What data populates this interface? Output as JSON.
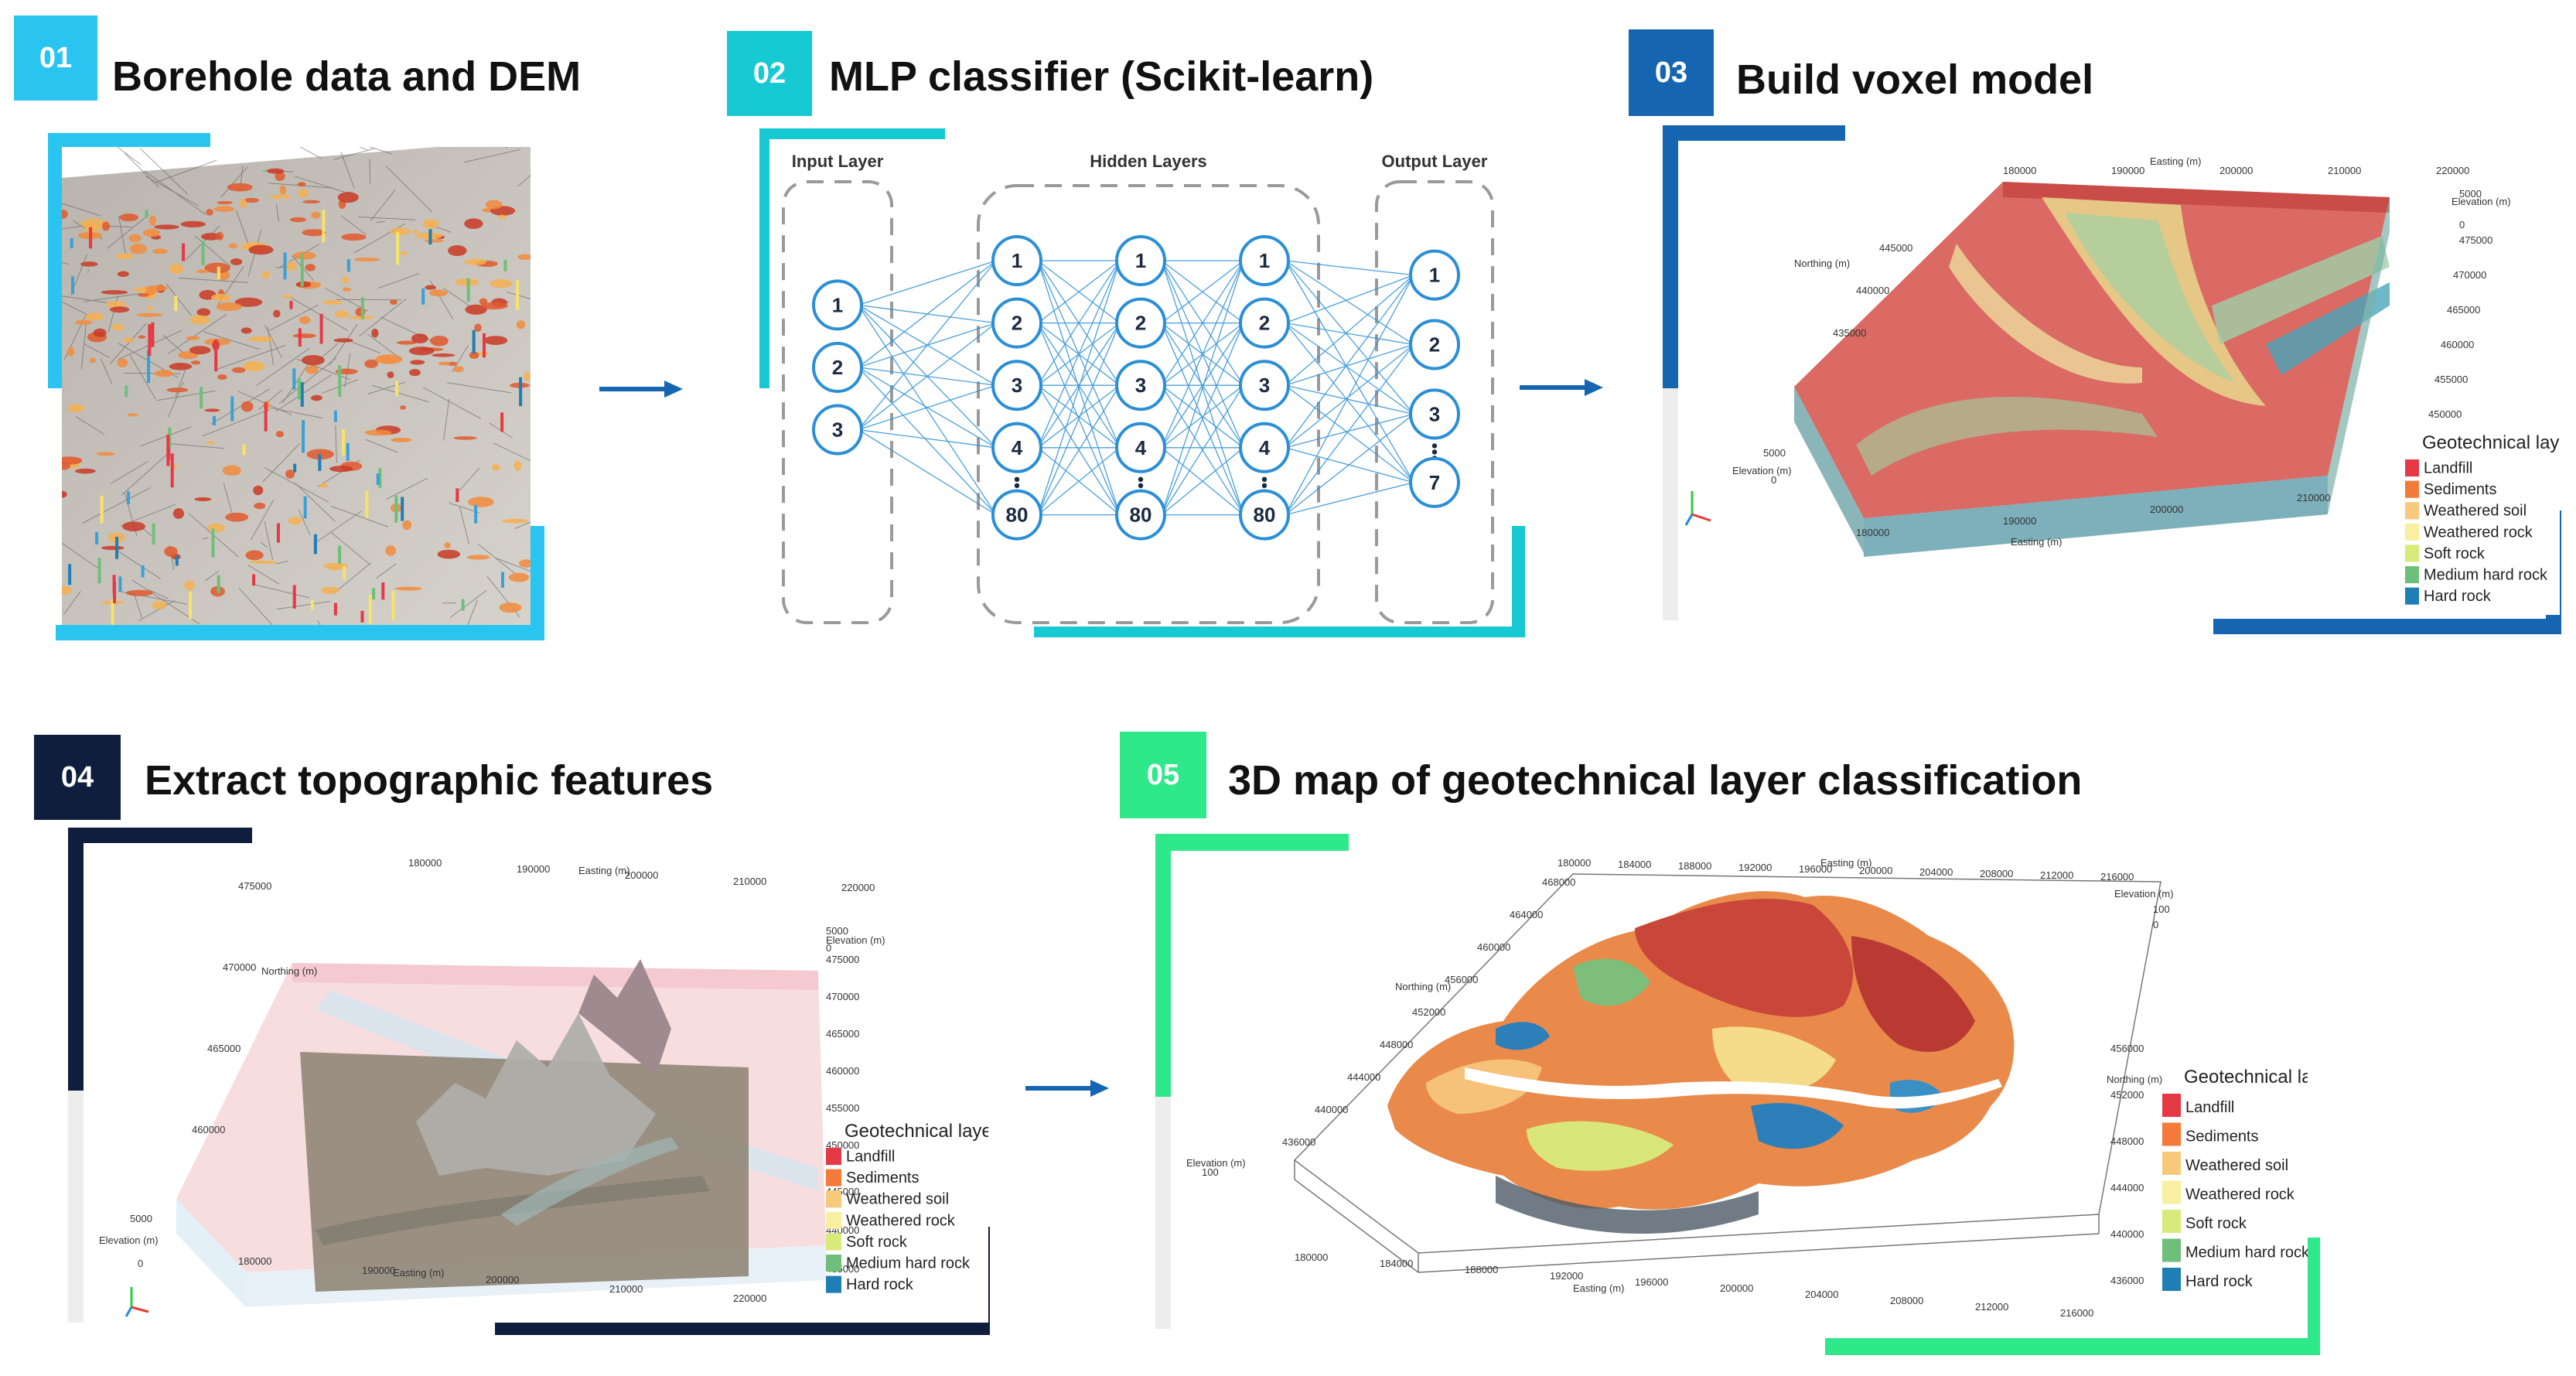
{
  "steps": [
    {
      "num": "01",
      "title": "Borehole data and DEM",
      "color": "#29c4f0"
    },
    {
      "num": "02",
      "title": "MLP classifier (Scikit-learn)",
      "color": "#17c9d2"
    },
    {
      "num": "03",
      "title": "Build voxel model",
      "color": "#1565b0"
    },
    {
      "num": "04",
      "title": "Extract topographic features",
      "color": "#0f1e3d"
    },
    {
      "num": "05",
      "title": "3D map of geotechnical layer classification",
      "color": "#2ee88a"
    }
  ],
  "mlp": {
    "input_layer": "Input Layer",
    "hidden_layers": "Hidden Layers",
    "output_layer": "Output Layer",
    "input_nodes": [
      "1",
      "2",
      "3"
    ],
    "hidden_nodes": [
      "1",
      "2",
      "3",
      "4",
      "80"
    ],
    "output_nodes": [
      "1",
      "2",
      "3",
      "7"
    ]
  },
  "legend": {
    "title": "Geotechnical layer",
    "items": [
      {
        "label": "Landfill",
        "color": "#e63946"
      },
      {
        "label": "Sediments",
        "color": "#f47a3a"
      },
      {
        "label": "Weathered soil",
        "color": "#f7c97a"
      },
      {
        "label": "Weathered rock",
        "color": "#f8f0a0"
      },
      {
        "label": "Soft rock",
        "color": "#d7ea7a"
      },
      {
        "label": "Medium hard rock",
        "color": "#6fbf7a"
      },
      {
        "label": "Hard rock",
        "color": "#1f7fb5"
      }
    ]
  },
  "axes": {
    "voxel": {
      "easting": "Easting (m)",
      "northing": "Northing (m)",
      "elevation": "Elevation (m)",
      "easting_ticks": [
        "180000",
        "190000",
        "200000",
        "210000",
        "220000"
      ],
      "northing_ticks": [
        "435000",
        "440000",
        "445000",
        "450000",
        "455000",
        "460000",
        "465000",
        "470000",
        "475000"
      ],
      "elevation_ticks": [
        "5000",
        "0"
      ]
    },
    "map": {
      "easting": "Easting (m)",
      "northing": "Northing (m)",
      "elevation": "Elevation (m)",
      "easting_ticks": [
        "180000",
        "184000",
        "188000",
        "192000",
        "196000",
        "200000",
        "204000",
        "208000",
        "212000",
        "216000"
      ],
      "northing_ticks": [
        "436000",
        "440000",
        "444000",
        "448000",
        "452000",
        "456000",
        "460000",
        "464000",
        "468000"
      ],
      "elevation_ticks": [
        "100",
        "0"
      ]
    }
  }
}
